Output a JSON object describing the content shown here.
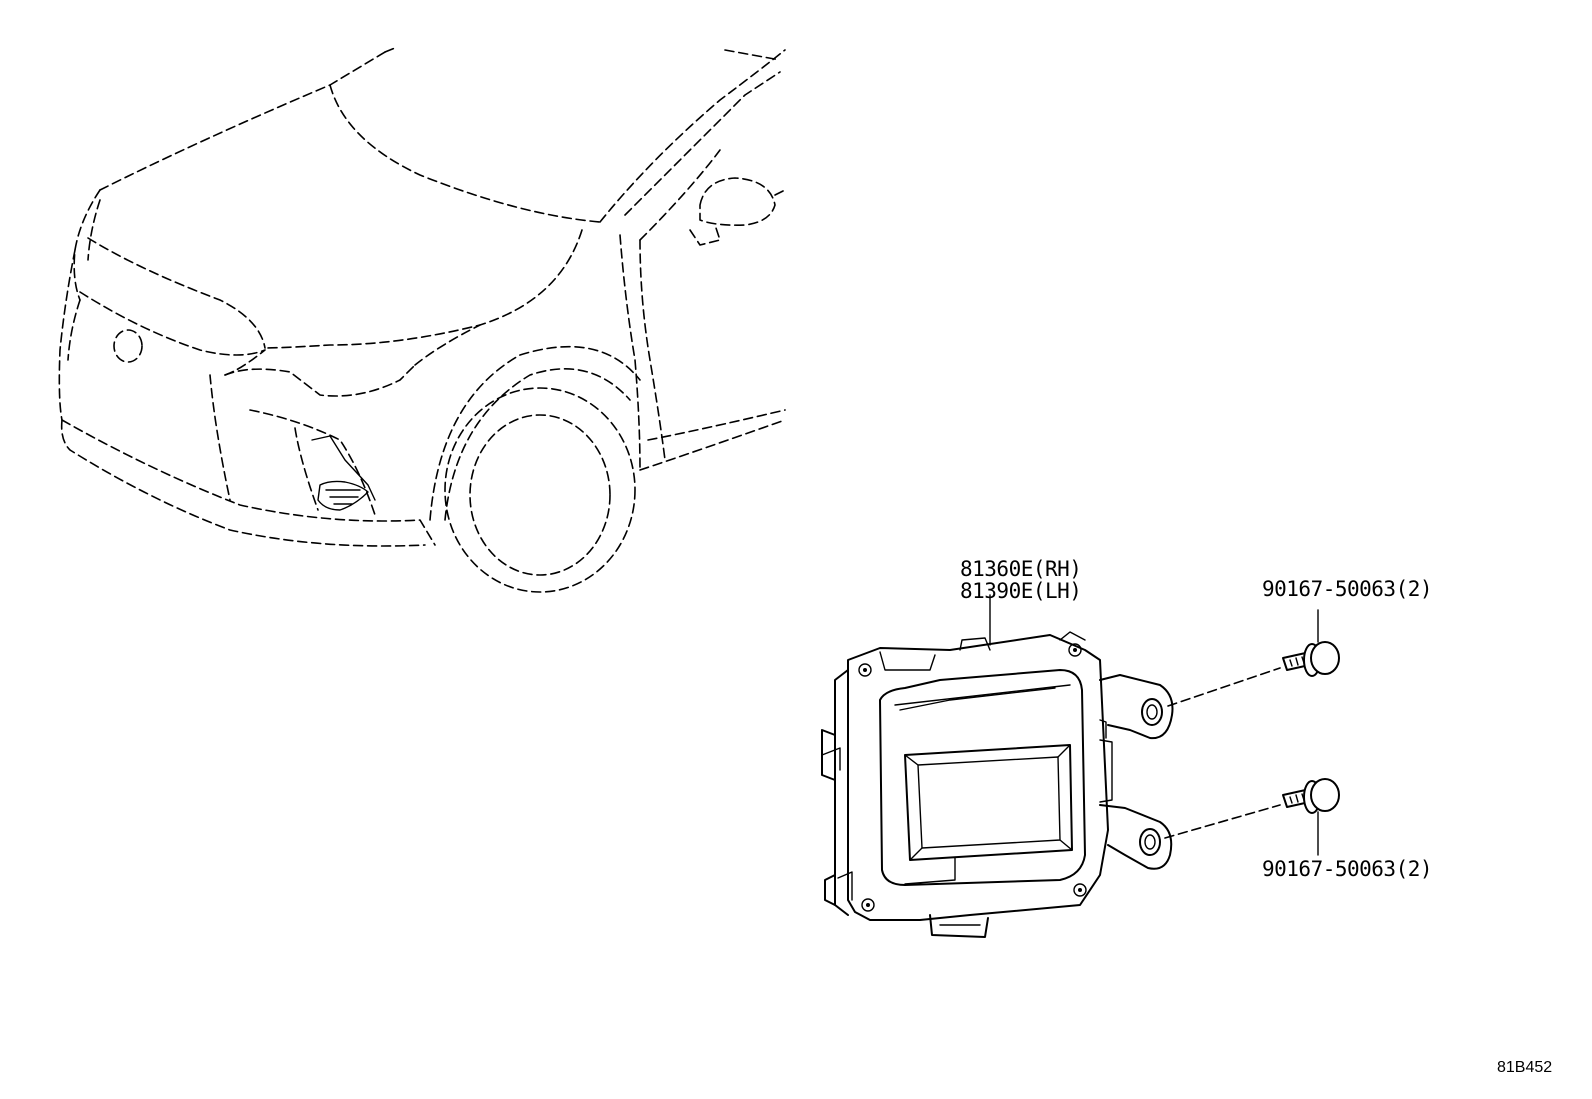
{
  "labels": {
    "module_rh": "81360E(RH)",
    "module_lh": "81390E(LH)",
    "bolt_upper": "90167-50063(2)",
    "bolt_lower": "90167-50063(2)"
  },
  "reference_code": "81B452"
}
